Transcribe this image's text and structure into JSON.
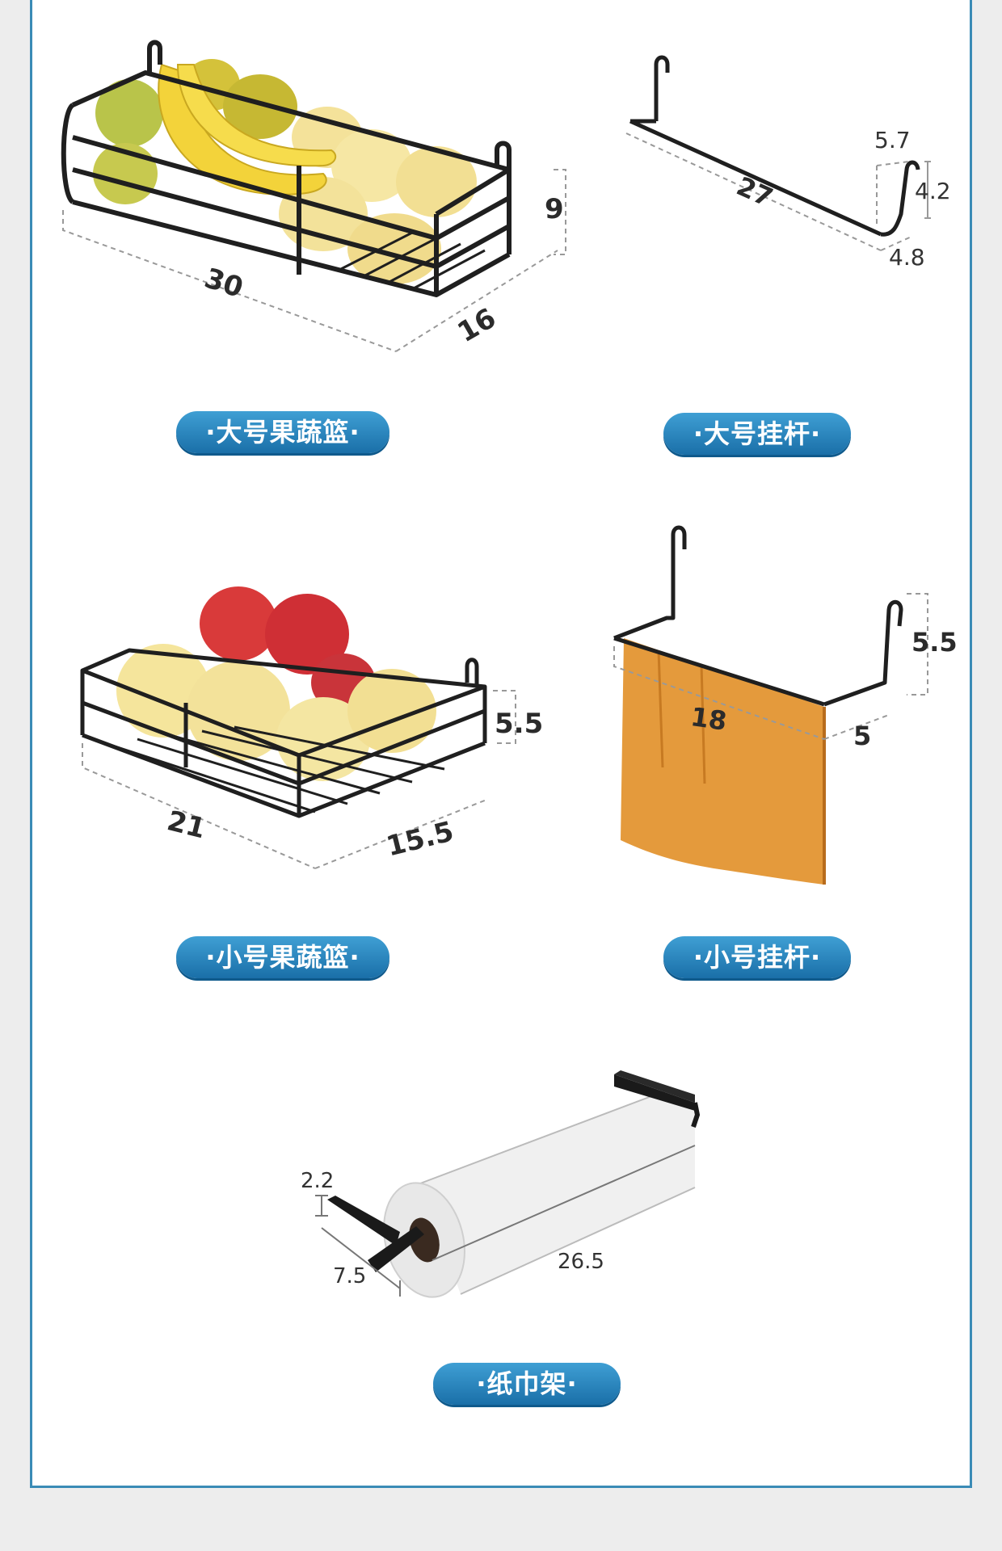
{
  "products": [
    {
      "id": "large-basket",
      "label": "·大号果蔬篮·",
      "dims": [
        "30",
        "16",
        "9"
      ]
    },
    {
      "id": "large-rod",
      "label": "·大号挂杆·",
      "dims": [
        "27",
        "5.7",
        "4.2",
        "4.8"
      ]
    },
    {
      "id": "small-basket",
      "label": "·小号果蔬篮·",
      "dims": [
        "21",
        "15.5",
        "5.5"
      ]
    },
    {
      "id": "small-rod",
      "label": "·小号挂杆·",
      "dims": [
        "18",
        "5",
        "5.5"
      ]
    },
    {
      "id": "paper-holder",
      "label": "·纸巾架·",
      "dims": [
        "2.2",
        "7.5",
        "26.5"
      ]
    }
  ],
  "colors": {
    "frame_border": "#3a8bb6",
    "pill_top": "#3f9fd4",
    "pill_bottom": "#1a6fa8",
    "metal": "#1f1f1f",
    "towel": "#e49a3c"
  }
}
